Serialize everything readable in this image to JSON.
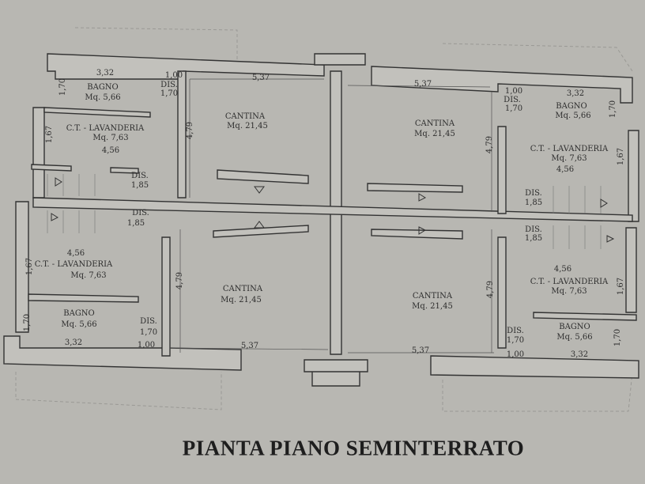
{
  "title": "PIANTA PIANO SEMINTERRATO",
  "units": {
    "top_left": {
      "bagno": {
        "name": "BAGNO",
        "area": "Mq. 5,66",
        "width": "3,32",
        "depth": "1,70"
      },
      "dis_small": {
        "name": "DIS.",
        "dim": "1,70",
        "width": "1,00"
      },
      "lavanderia": {
        "name": "C.T. - LAVANDERIA",
        "area": "Mq. 7,63",
        "width": "4,56",
        "depth": "1,67"
      },
      "dis_stair": {
        "name": "DIS.",
        "dim": "1,85"
      },
      "cantina": {
        "name": "CANTINA",
        "area": "Mq. 21,45",
        "width": "5,37",
        "depth": "4,79"
      }
    },
    "top_right": {
      "bagno": {
        "name": "BAGNO",
        "area": "Mq. 5,66",
        "width": "3,32",
        "depth": "1,70"
      },
      "dis_small": {
        "name": "DIS.",
        "dim": "1,70",
        "width": "1,00"
      },
      "lavanderia": {
        "name": "C.T. - LAVANDERIA",
        "area": "Mq. 7,63",
        "width": "4,56",
        "depth": "1,67"
      },
      "dis_stair": {
        "name": "DIS.",
        "dim": "1,85"
      },
      "cantina": {
        "name": "CANTINA",
        "area": "Mq. 21,45",
        "width": "5,37",
        "depth": "4,79"
      }
    },
    "bottom_left": {
      "bagno": {
        "name": "BAGNO",
        "area": "Mq. 5,66",
        "width": "3,32",
        "depth": "1,70"
      },
      "dis_small": {
        "name": "DIS.",
        "dim": "1,70",
        "width": "1,00"
      },
      "lavanderia": {
        "name": "C.T. - LAVANDERIA",
        "area": "Mq. 7,63",
        "width": "4,56",
        "depth": "1,67"
      },
      "dis_stair": {
        "name": "DIS.",
        "dim": "1,85"
      },
      "cantina": {
        "name": "CANTINA",
        "area": "Mq. 21,45",
        "width": "5,37",
        "depth": "4,79"
      }
    },
    "bottom_right": {
      "bagno": {
        "name": "BAGNO",
        "area": "Mq. 5,66",
        "width": "3,32",
        "depth": "1,70"
      },
      "dis_small": {
        "name": "DIS.",
        "dim": "1,70",
        "width": "1,00"
      },
      "lavanderia": {
        "name": "C.T. - LAVANDERIA",
        "area": "Mq. 7,63",
        "width": "4,56",
        "depth": "1,67"
      },
      "dis_stair": {
        "name": "DIS.",
        "dim": "1,85"
      },
      "cantina": {
        "name": "CANTINA",
        "area": "Mq. 21,45",
        "width": "5,37",
        "depth": "4,79"
      }
    }
  }
}
